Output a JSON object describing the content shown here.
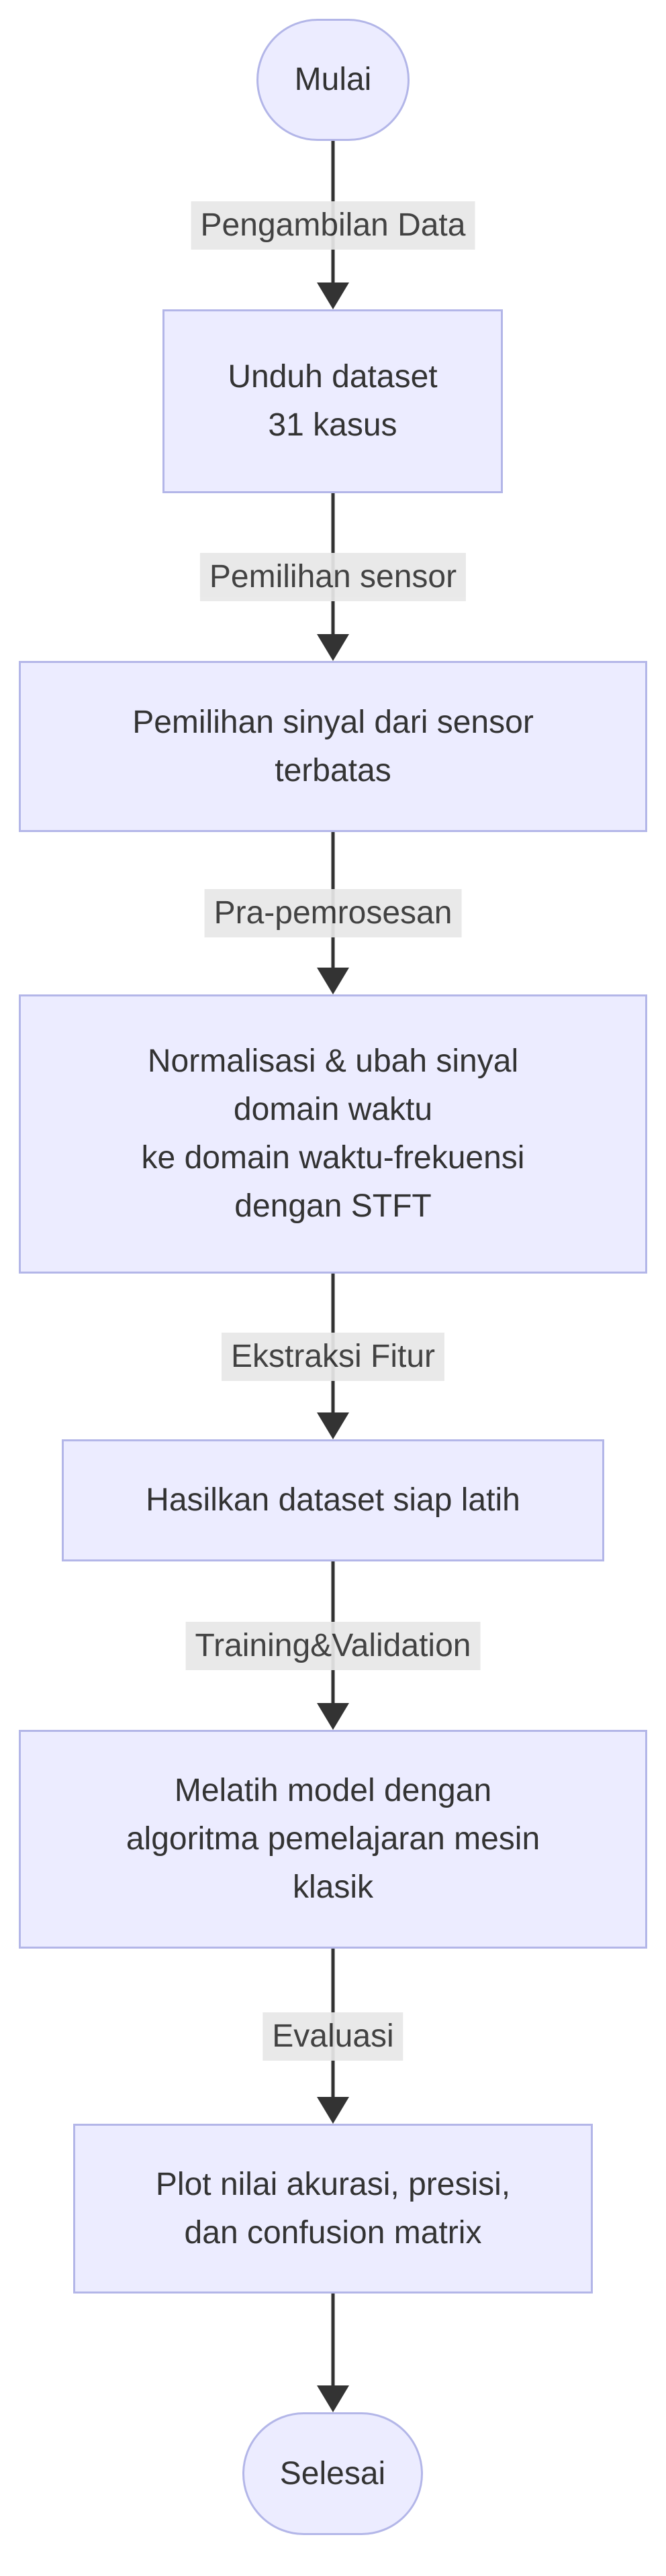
{
  "diagram": {
    "type": "flowchart-top-down",
    "colors": {
      "bg": "#ffffff",
      "node-fill": "#ececff",
      "node-border": "#b3b6e8",
      "edge-color": "#333333",
      "label-bg": "#e8e8e8",
      "text-color": "#333333"
    },
    "nodes": [
      {
        "id": "start",
        "shape": "stadium",
        "label": "Mulai"
      },
      {
        "id": "download",
        "shape": "rect",
        "label": "Unduh dataset\n31 kasus"
      },
      {
        "id": "select-signal",
        "shape": "rect",
        "label": "Pemilihan sinyal dari sensor\nterbatas"
      },
      {
        "id": "preprocess",
        "shape": "rect",
        "label": "Normalisasi & ubah sinyal\ndomain waktu\nke domain waktu-frekuensi\ndengan STFT"
      },
      {
        "id": "dataset-ready",
        "shape": "rect",
        "label": "Hasilkan dataset siap latih"
      },
      {
        "id": "train-model",
        "shape": "rect",
        "label": "Melatih model dengan\nalgoritma pemelajaran mesin\nklasik"
      },
      {
        "id": "plot-results",
        "shape": "rect",
        "label": "Plot nilai akurasi, presisi,\ndan confusion matrix"
      },
      {
        "id": "end",
        "shape": "stadium",
        "label": "Selesai"
      }
    ],
    "edges": [
      {
        "from": "start",
        "to": "download",
        "label": "Pengambilan Data"
      },
      {
        "from": "download",
        "to": "select-signal",
        "label": "Pemilihan sensor"
      },
      {
        "from": "select-signal",
        "to": "preprocess",
        "label": "Pra-pemrosesan"
      },
      {
        "from": "preprocess",
        "to": "dataset-ready",
        "label": "Ekstraksi Fitur"
      },
      {
        "from": "dataset-ready",
        "to": "train-model",
        "label": "Training&Validation"
      },
      {
        "from": "train-model",
        "to": "plot-results",
        "label": "Evaluasi"
      },
      {
        "from": "plot-results",
        "to": "end",
        "label": ""
      }
    ]
  }
}
